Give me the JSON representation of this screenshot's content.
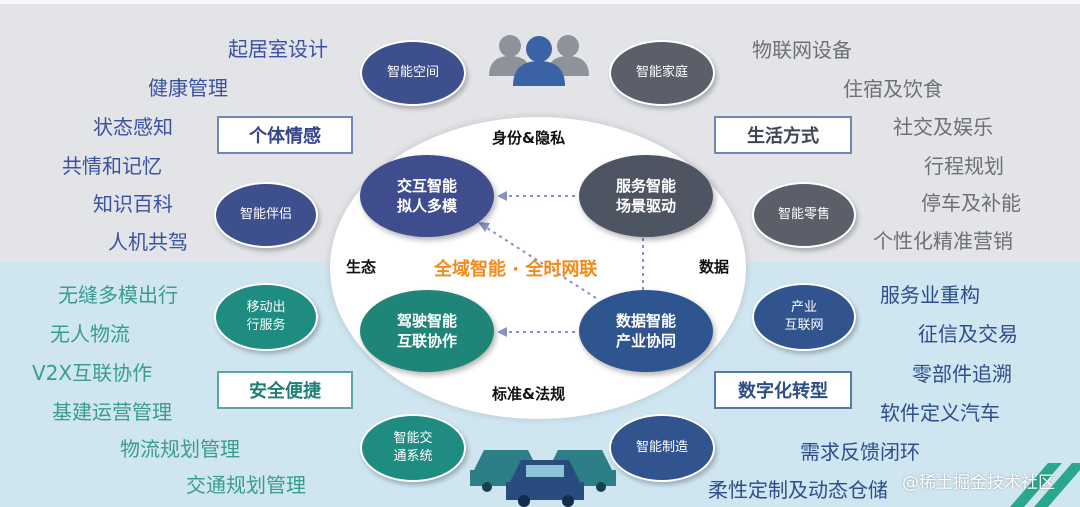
{
  "left_top_labels": [
    "起居室设计",
    "健康管理",
    "状态感知",
    "共情和记忆",
    "知识百科",
    "人机共驾"
  ],
  "right_top_labels": [
    "物联网设备",
    "住宿及饮食",
    "社交及娱乐",
    "行程规划",
    "停车及补能",
    "个性化精准营销"
  ],
  "left_bottom_labels": [
    "无缝多模出行",
    "无人物流",
    "V2X互联协作",
    "基建运营管理",
    "物流规划管理",
    "交通规划管理"
  ],
  "right_bottom_labels": [
    "服务业重构",
    "征信及交易",
    "零部件追溯",
    "软件定义汽车",
    "需求反馈闭环",
    "柔性定制及动态仓储"
  ],
  "category_boxes": {
    "individual_emotion": "个体情感",
    "lifestyle": "生活方式",
    "safety_convenience": "安全便捷",
    "digital_transformation": "数字化转型"
  },
  "satellite_ovals": {
    "smart_space": "智能空间",
    "smart_home": "智能家庭",
    "smart_companion": "智能伴侣",
    "smart_retail": "智能零售",
    "mobility_service": "移动出\n行服务",
    "industrial_internet": "产业\n互联网",
    "smart_traffic": "智能交\n通系统",
    "smart_manufacturing": "智能制造"
  },
  "core_nodes": {
    "interaction": "交互智能\n拟人多模",
    "service": "服务智能\n场景驱动",
    "driving": "驾驶智能\n互联协作",
    "data": "数据智能\n产业协同"
  },
  "edge_labels": {
    "top": "身份&隐私",
    "bottom": "标准&法规",
    "left": "生态",
    "right": "数据"
  },
  "center_title": "全域智能 · 全时网联",
  "watermark": "@稀土掘金技术社区",
  "colors": {
    "navy": "#3d4f8c",
    "gray": "#5a5f6a",
    "teal": "#1f8c82",
    "blue": "#31548f",
    "accent": "#f28a1c"
  }
}
